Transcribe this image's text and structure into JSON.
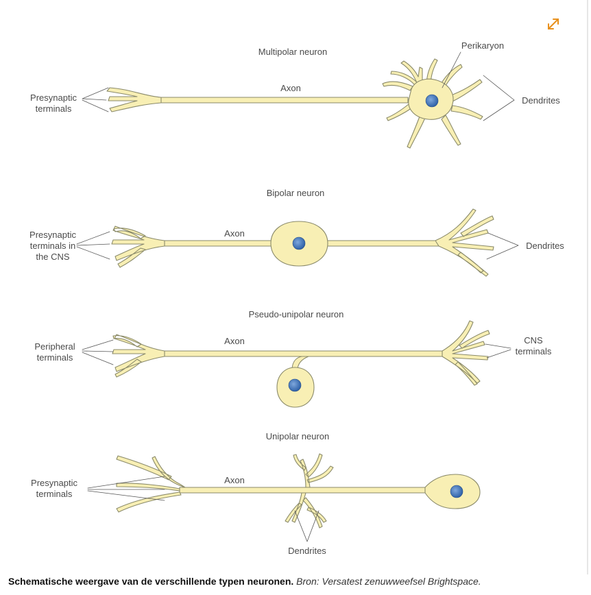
{
  "multipolar": {
    "title": "Multipolar neuron",
    "axon": "Axon",
    "presynaptic_1": "Presynaptic",
    "presynaptic_2": "terminals",
    "perikaryon": "Perikaryon",
    "dendrites": "Dendrites"
  },
  "bipolar": {
    "title": "Bipolar neuron",
    "axon": "Axon",
    "presynaptic_1": "Presynaptic",
    "presynaptic_2": "terminals in",
    "presynaptic_3": "the CNS",
    "dendrites": "Dendrites"
  },
  "pseudo": {
    "title": "Pseudo-unipolar neuron",
    "axon": "Axon",
    "peripheral_1": "Peripheral",
    "peripheral_2": "terminals",
    "cns_1": "CNS",
    "cns_2": "terminals"
  },
  "unipolar": {
    "title": "Unipolar neuron",
    "axon": "Axon",
    "presynaptic_1": "Presynaptic",
    "presynaptic_2": "terminals",
    "dendrites": "Dendrites"
  },
  "caption": {
    "bold": "Schematische weergave van de verschillende typen neuronen.",
    "source": "Bron: Versatest zenuwweefsel Brightspace."
  },
  "colors": {
    "cell": "#f8efb4",
    "outline": "#8a8a6a",
    "nucleus": "#4a7fc0",
    "accent": "#e8901c"
  },
  "icons": {
    "expand": "expand-arrows-icon"
  }
}
